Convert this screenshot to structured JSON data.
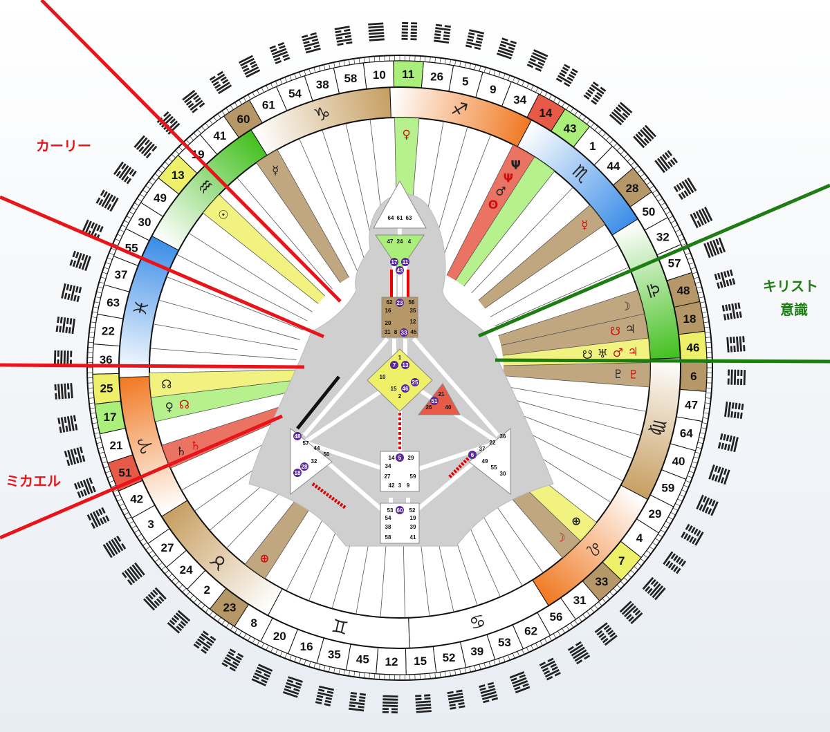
{
  "labels": {
    "kali": "カーリー",
    "michael": "ミカエル",
    "christ_line1": "キリスト",
    "christ_line2": "意識"
  },
  "colors": {
    "red_line": "#e8141a",
    "green_line": "#1e7d12",
    "highlight_green": "#a9ef7a",
    "highlight_yellow": "#eef06a",
    "highlight_red": "#e85a48",
    "highlight_brown": "#b69868",
    "body_gray": "#cfcfcf"
  },
  "gates": [
    "10",
    "11",
    "26",
    "5",
    "9",
    "34",
    "14",
    "43",
    "1",
    "44",
    "28",
    "50",
    "32",
    "57",
    "48",
    "18",
    "46",
    "6",
    "47",
    "64",
    "40",
    "59",
    "29",
    "4",
    "7",
    "33",
    "31",
    "56",
    "62",
    "53",
    "39",
    "52",
    "15",
    "12",
    "45",
    "35",
    "16",
    "20",
    "8",
    "23",
    "2",
    "24",
    "27",
    "3",
    "42",
    "51",
    "21",
    "17",
    "25",
    "36",
    "22",
    "63",
    "37",
    "55",
    "30",
    "49",
    "13",
    "19",
    "41",
    "60",
    "61",
    "54",
    "38",
    "58"
  ],
  "gate_highlights": {
    "11": "green",
    "14": "red",
    "43": "green",
    "28": "brown",
    "48": "brown",
    "18": "brown",
    "46": "yellow",
    "6": "brown",
    "7": "yellow",
    "33": "brown",
    "23": "brown",
    "51": "red",
    "17": "green",
    "25": "yellow",
    "13": "yellow",
    "60": "brown"
  },
  "hexagrams": [
    "111111",
    "000000",
    "010001",
    "100010",
    "010111",
    "111010",
    "000010",
    "010000",
    "110111",
    "111011",
    "000111",
    "111000",
    "111101",
    "101111",
    "000100",
    "001000",
    "011001",
    "100110",
    "000011",
    "110000",
    "101001",
    "100101",
    "100000",
    "000001",
    "111001",
    "100111",
    "100001",
    "011110",
    "010010",
    "101101",
    "011100",
    "001110",
    "111100",
    "001111",
    "101000",
    "000101",
    "110101",
    "101011",
    "010100",
    "001010",
    "100011",
    "110001",
    "011111",
    "111110",
    "011000",
    "000110",
    "011010",
    "010110",
    "011101",
    "101110",
    "001001",
    "100100",
    "001011",
    "110100",
    "001101",
    "101100",
    "110110",
    "011011",
    "110010",
    "010011",
    "110011",
    "001100",
    "010101",
    "101010"
  ],
  "zodiac": [
    {
      "symbol": "♑",
      "name": "capricorn"
    },
    {
      "symbol": "♐",
      "name": "sagittarius"
    },
    {
      "symbol": "♏",
      "name": "scorpio"
    },
    {
      "symbol": "♎",
      "name": "libra"
    },
    {
      "symbol": "♍",
      "name": "virgo"
    },
    {
      "symbol": "♌",
      "name": "leo"
    },
    {
      "symbol": "♋",
      "name": "cancer"
    },
    {
      "symbol": "♊",
      "name": "gemini"
    },
    {
      "symbol": "♉",
      "name": "taurus"
    },
    {
      "symbol": "♈",
      "name": "aries"
    },
    {
      "symbol": "♓",
      "name": "pisces"
    },
    {
      "symbol": "♒",
      "name": "aquarius"
    }
  ],
  "planets": [
    {
      "symbol": "♀",
      "color": "#d01010",
      "gate": "11"
    },
    {
      "symbol": "☿",
      "color": "#222222",
      "gate": "60"
    },
    {
      "symbol": "Ψ",
      "color": "#222222",
      "gate": "14"
    },
    {
      "symbol": "Ψ",
      "color": "#d01010",
      "gate": "14"
    },
    {
      "symbol": "♂",
      "color": "#222222",
      "gate": "14"
    },
    {
      "symbol": "ʘ",
      "color": "#d01010",
      "gate": "14"
    },
    {
      "symbol": "☿",
      "color": "#d01010",
      "gate": "28"
    },
    {
      "symbol": "☉",
      "color": "#222222",
      "gate": "13"
    },
    {
      "symbol": "☽",
      "color": "#222222",
      "gate": "48"
    },
    {
      "symbol": "♃",
      "color": "#222222",
      "gate": "18"
    },
    {
      "symbol": "☋",
      "color": "#d01010",
      "gate": "18"
    },
    {
      "symbol": "♃",
      "color": "#d01010",
      "gate": "46"
    },
    {
      "symbol": "♂",
      "color": "#d01010",
      "gate": "46"
    },
    {
      "symbol": "♅",
      "color": "#222222",
      "gate": "46"
    },
    {
      "symbol": "☋",
      "color": "#222222",
      "gate": "46"
    },
    {
      "symbol": "♇",
      "color": "#d01010",
      "gate": "6"
    },
    {
      "symbol": "♇",
      "color": "#222222",
      "gate": "6"
    },
    {
      "symbol": "☊",
      "color": "#222222",
      "gate": "25"
    },
    {
      "symbol": "♀",
      "color": "#222222",
      "gate": "17"
    },
    {
      "symbol": "☊",
      "color": "#d01010",
      "gate": "17"
    },
    {
      "symbol": "♄",
      "color": "#222222",
      "gate": "51"
    },
    {
      "symbol": "♄",
      "color": "#d01010",
      "gate": "51"
    },
    {
      "symbol": "⊕",
      "color": "#d01010",
      "gate": "23"
    },
    {
      "symbol": "⊕",
      "color": "#222222",
      "gate": "7"
    },
    {
      "symbol": "☽",
      "color": "#d01010",
      "gate": "33"
    }
  ],
  "bodygraph": {
    "head": [
      "64",
      "61",
      "63"
    ],
    "ajna": [
      "47",
      "24",
      "4",
      "17",
      "11",
      "43"
    ],
    "throat": [
      "62",
      "23",
      "56",
      "16",
      "35",
      "20",
      "12",
      "31",
      "8",
      "33",
      "45"
    ],
    "g_center": [
      "1",
      "7",
      "13",
      "10",
      "25",
      "15",
      "46",
      "2"
    ],
    "heart": [
      "21",
      "51",
      "26",
      "40"
    ],
    "spleen": [
      "48",
      "57",
      "44",
      "50",
      "32",
      "28",
      "18"
    ],
    "sacral": [
      "5",
      "14",
      "29",
      "34",
      "27",
      "59",
      "42",
      "3",
      "9"
    ],
    "solar_plexus": [
      "36",
      "22",
      "37",
      "6",
      "49",
      "55",
      "30"
    ],
    "root": [
      "53",
      "60",
      "52",
      "54",
      "19",
      "38",
      "39",
      "58",
      "41"
    ]
  }
}
